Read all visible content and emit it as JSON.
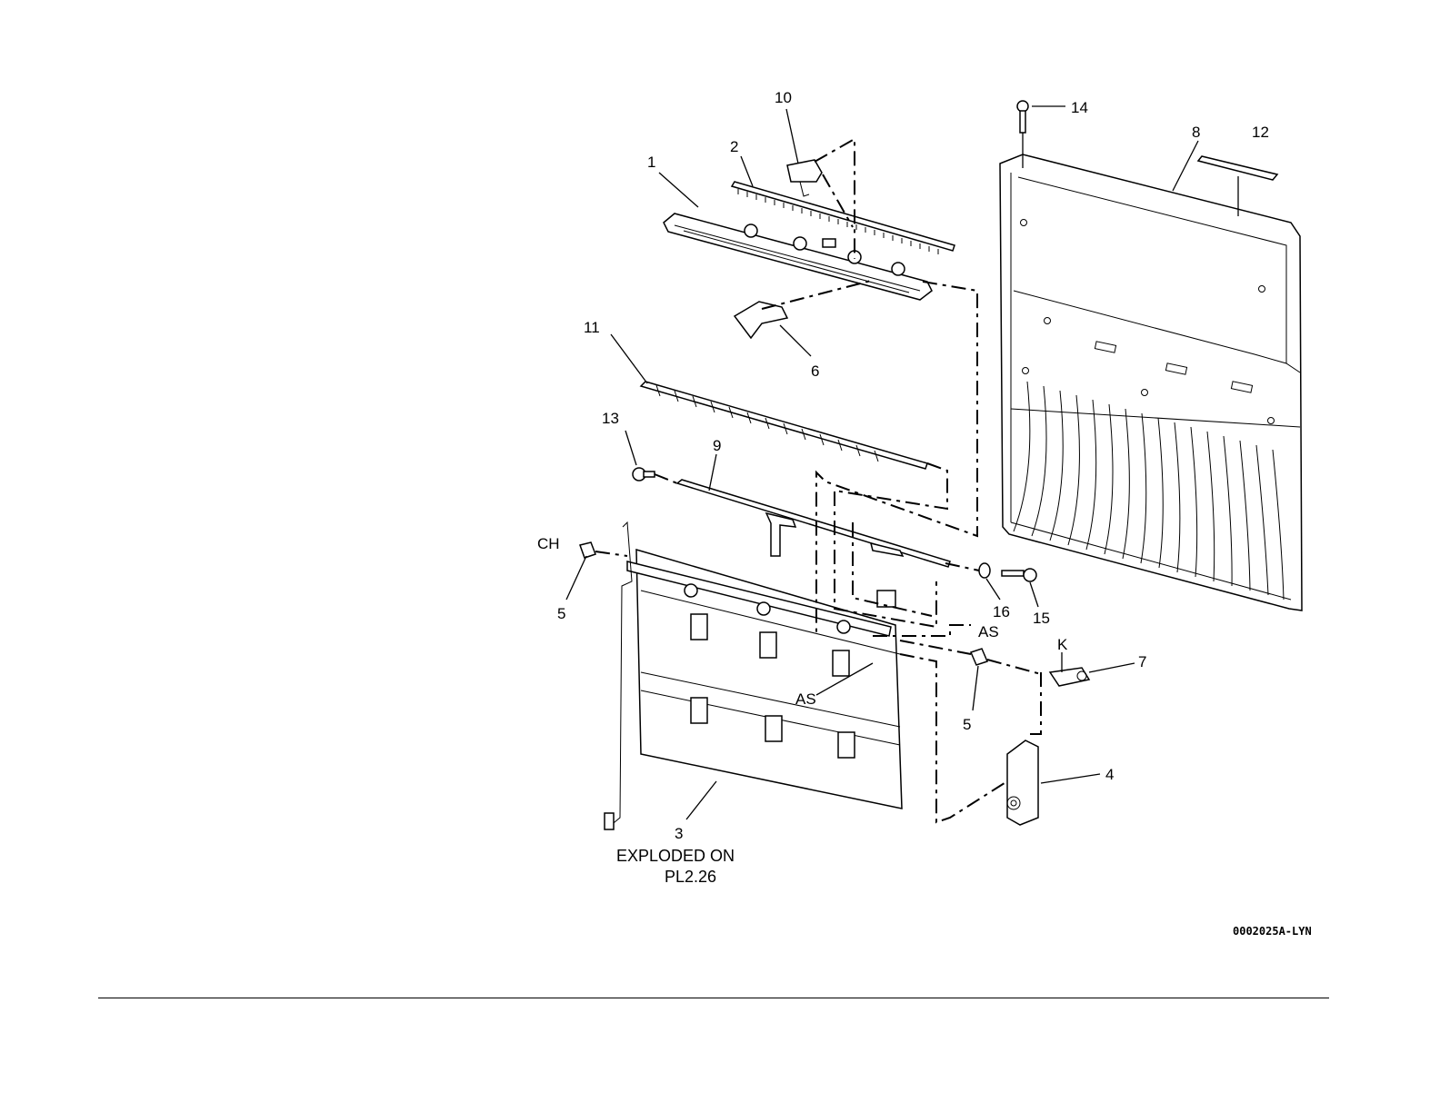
{
  "callouts": {
    "c1": "1",
    "c2": "2",
    "c3": "3",
    "c4": "4",
    "c5a": "5",
    "c5b": "5",
    "c6": "6",
    "c7": "7",
    "c8": "8",
    "c9": "9",
    "c10": "10",
    "c11": "11",
    "c12": "12",
    "c13": "13",
    "c14": "14",
    "c15": "15",
    "c16": "16"
  },
  "markers": {
    "ch": "CH",
    "as1": "AS",
    "as2": "AS",
    "k": "K"
  },
  "note": {
    "line1": "EXPLODED ON",
    "line2": "PL2.26"
  },
  "figure_code": "0002025A-LYN"
}
